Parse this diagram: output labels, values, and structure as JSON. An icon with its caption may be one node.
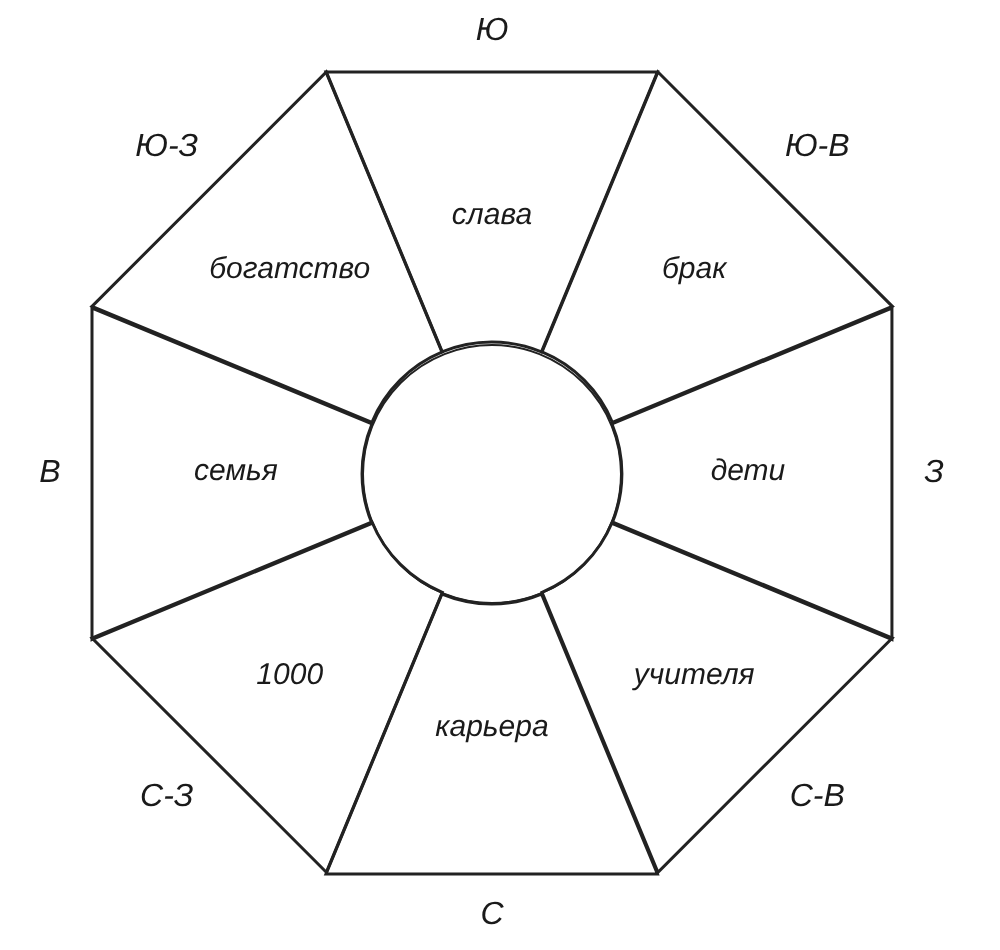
{
  "diagram": {
    "nodes": [
      {
        "text": [
          "слава"
        ],
        "beside": [
          "Ю"
        ]
      },
      {
        "text": [
          "богатство"
        ],
        "beside": [
          "Ю-З"
        ]
      },
      {
        "text": [
          "брак"
        ],
        "beside": [
          "Ю-В"
        ]
      },
      {
        "text": [
          "семья"
        ],
        "beside": [
          "В"
        ]
      },
      {
        "text": [],
        "shape": "circle"
      },
      {
        "text": [
          "дети"
        ],
        "beside": [
          "З"
        ]
      },
      {
        "text": [
          "1000"
        ],
        "beside": [
          "С-З"
        ]
      },
      {
        "text": [
          "учителя"
        ],
        "beside": [
          "С-В"
        ]
      },
      {
        "text": [
          "карьера"
        ],
        "beside": [
          "С"
        ]
      }
    ]
  }
}
